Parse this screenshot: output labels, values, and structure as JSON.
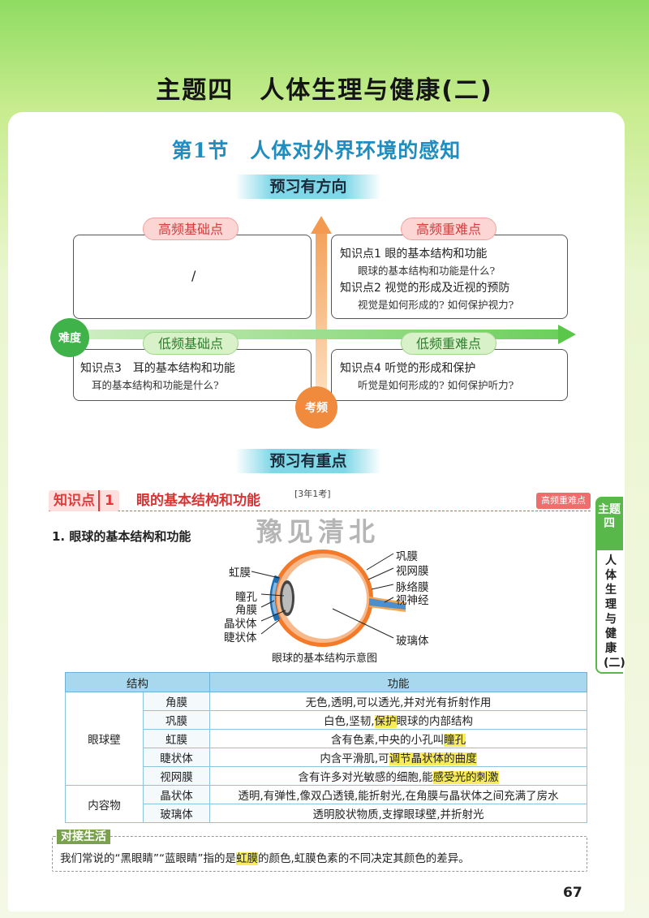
{
  "theme_title": "主题四　人体生理与健康(二)",
  "section_title": "第1节　人体对外界环境的感知",
  "banners": {
    "preview_direction": "预习有方向",
    "preview_focus": "预习有重点"
  },
  "quadrants": {
    "axis_difficulty": "难度",
    "axis_frequency": "考频",
    "high_basic": {
      "tag": "高频基础点",
      "content": "/"
    },
    "high_hard": {
      "tag": "高频重难点",
      "items": [
        {
          "point": "知识点1 眼的基本结构和功能",
          "question": "眼球的基本结构和功能是什么?"
        },
        {
          "point": "知识点2 视觉的形成及近视的预防",
          "question": "视觉是如何形成的? 如何保护视力?"
        }
      ]
    },
    "low_basic": {
      "tag": "低频基础点",
      "items": [
        {
          "point": "知识点3　耳的基本结构和功能",
          "question": "耳的基本结构和功能是什么?"
        }
      ]
    },
    "low_hard": {
      "tag": "低频重难点",
      "items": [
        {
          "point": "知识点4 听觉的形成和保护",
          "question": "听觉是如何形成的? 如何保护听力?"
        }
      ]
    }
  },
  "knowledge_point": {
    "badge": "知识点",
    "number": "1",
    "title": "眼的基本结构和功能",
    "exam_note": "[3年1考]",
    "level": "高频重难点"
  },
  "subsection_title": "1. 眼球的基本结构和功能",
  "eye_diagram": {
    "labels_left": [
      "虹膜",
      "瞳孔",
      "角膜",
      "晶状体",
      "睫状体"
    ],
    "labels_right": [
      "巩膜",
      "视网膜",
      "脉络膜",
      "视神经",
      "玻璃体"
    ],
    "caption": "眼球的基本结构示意图"
  },
  "table": {
    "headers": [
      "结构",
      "功能"
    ],
    "groups": [
      {
        "name": "眼球壁",
        "rows": [
          {
            "part": "角膜",
            "function": "无色,透明,可以透光,并对光有折射作用"
          },
          {
            "part": "巩膜",
            "function_pre": "白色,坚韧,",
            "function_mark": "保护",
            "function_post": "眼球的内部结构"
          },
          {
            "part": "虹膜",
            "function_pre": "含有色素,中央的小孔叫",
            "function_mark": "瞳孔",
            "function_post": ""
          },
          {
            "part": "睫状体",
            "function_pre": "内含平滑肌,可",
            "function_mark": "调节晶状体的曲度",
            "function_post": ""
          },
          {
            "part": "视网膜",
            "function_pre": "含有许多对光敏感的细胞,能",
            "function_mark": "感受光的刺激",
            "function_post": ""
          }
        ]
      },
      {
        "name": "内容物",
        "rows": [
          {
            "part": "晶状体",
            "function": "透明,有弹性,像双凸透镜,能折射光,在角膜与晶状体之间充满了房水"
          },
          {
            "part": "玻璃体",
            "function": "透明胶状物质,支撑眼球壁,并折射光"
          }
        ]
      }
    ]
  },
  "connect_life": {
    "tag": "对接生活",
    "text_pre": "我们常说的“黑眼睛”“蓝眼睛”指的是",
    "text_mark": "虹膜",
    "text_post": "的颜色,虹膜色素的不同决定其颜色的差异。"
  },
  "side_tab": {
    "top": "主题四",
    "bottom": "人体生理与健康(二)"
  },
  "watermark": "豫见清北",
  "page_number": "67",
  "colors": {
    "section_blue": "#1f8dbf",
    "point_red": "#e03a3a",
    "theme_green": "#58b84a",
    "highlight": "#f8ec5a"
  }
}
